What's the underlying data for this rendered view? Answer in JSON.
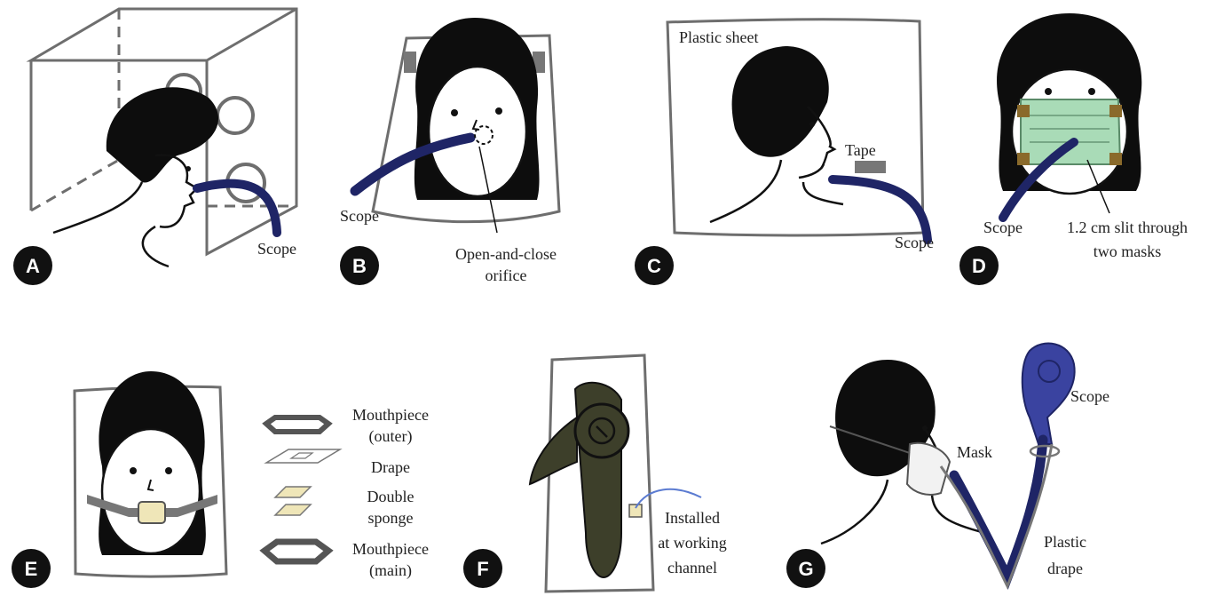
{
  "panels": {
    "A": {
      "badge": "A",
      "labels": [
        "Scope"
      ]
    },
    "B": {
      "badge": "B",
      "labels": [
        "Scope",
        "Open-and-close",
        "orifice"
      ]
    },
    "C": {
      "badge": "C",
      "labels": [
        "Plastic sheet",
        "Tape",
        "Scope"
      ]
    },
    "D": {
      "badge": "D",
      "labels": [
        "Scope",
        "1.2 cm slit through",
        "two masks"
      ]
    },
    "E": {
      "badge": "E",
      "labels": [
        "Mouthpiece",
        "(outer)",
        "Drape",
        "Double",
        "sponge",
        "Mouthpiece",
        "(main)"
      ]
    },
    "F": {
      "badge": "F",
      "labels": [
        "Installed",
        "at working",
        "channel"
      ]
    },
    "G": {
      "badge": "G",
      "labels": [
        "Scope",
        "Mask",
        "Plastic",
        "drape"
      ]
    }
  },
  "colors": {
    "scope": "#1f2566",
    "hair": "#0d0d0d",
    "mask_green": "#a9dbb7",
    "mask_tab": "#8a6a2b",
    "sponge": "#efe6b8",
    "scope_head": "#3d3f2a",
    "g_scope": "#3a43a0",
    "badge": "#111111",
    "frame": "#6e6e6e"
  }
}
